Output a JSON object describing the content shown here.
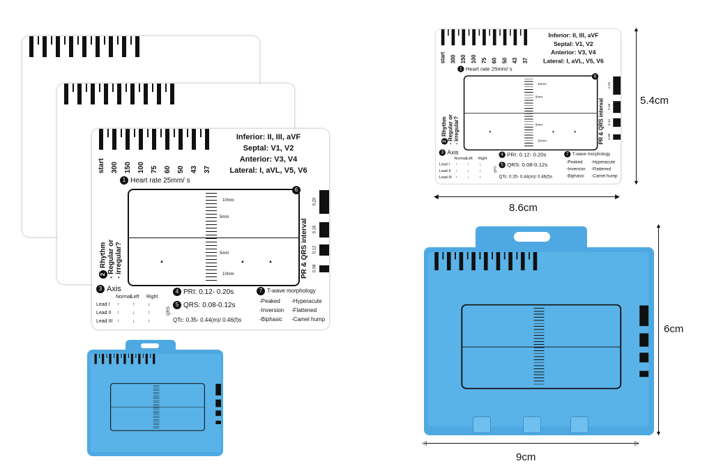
{
  "card": {
    "heart_rate_scale": [
      "start",
      "300",
      "150",
      "100",
      "75",
      "60",
      "50",
      "43",
      "37"
    ],
    "leads": [
      "Inferior: II, III, aVF",
      "Septal: V1, V2",
      "Anterior: V3, V4",
      "Lateral: I, aVL, V5, V6"
    ],
    "step1": "1",
    "heart_rate_label": "Heart rate 25mm/ s",
    "step2": "2",
    "rhythm_label": "Rhythm",
    "rhythm_q1": "- Regular or",
    "rhythm_q2": "- irregular?",
    "step3": "3",
    "axis_label": "Axis",
    "axis_columns": [
      "Normal",
      "Left",
      "Right"
    ],
    "axis_rows": [
      {
        "lead": "Lead I",
        "normal": "↑",
        "left": "↑",
        "right": "↓"
      },
      {
        "lead": "Lead II",
        "normal": "↑",
        "left": "↓",
        "right": "↑"
      },
      {
        "lead": "Lead III",
        "normal": "↑",
        "left": "↓",
        "right": "↑"
      }
    ],
    "qrs_vertical": "QRS",
    "step4": "4",
    "pri": "PRI: 0.12- 0.20s",
    "step5": "5",
    "qrs": "QRS: 0.08-0.12s",
    "qtc": "QTc: 0.35- 0.44(m)/ 0.46(f)s",
    "step6": "6",
    "pr_qrs_label": "PR & QRS interval",
    "intervals": [
      "0.20",
      "0.16",
      "0.12",
      "0.08"
    ],
    "ruler_marks": [
      "10mm",
      "5mm",
      "5mm",
      "10mm"
    ],
    "step7": "7",
    "twave_label": "T-wave morphology",
    "twave_items": [
      "-Peaked",
      "-Hyperacute",
      "-Inversion",
      "-Flattened",
      "-Biphasic",
      "-Camel hump"
    ]
  },
  "dimensions": {
    "white_height": "5.4cm",
    "white_width": "8.6cm",
    "holder_height": "6cm",
    "holder_width": "9cm"
  },
  "colors": {
    "holder_blue": "#4ea9e2",
    "card_blue": "#5ab3e8"
  }
}
